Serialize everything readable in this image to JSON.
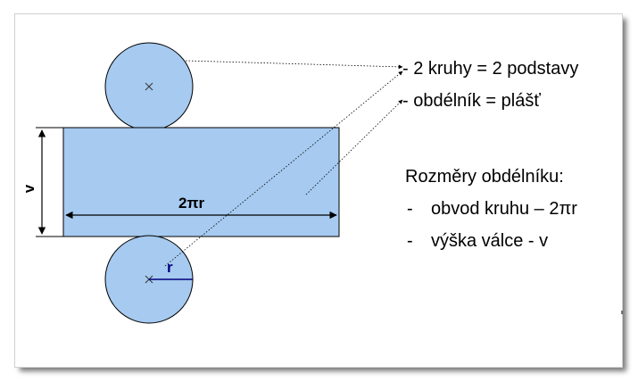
{
  "colors": {
    "shape_fill": "#a6caf0",
    "shape_stroke": "#000000",
    "dim_color": "#000080",
    "text": "#000000"
  },
  "diagram": {
    "height_label": "v",
    "circumference_label": "2πr",
    "radius_label": "r"
  },
  "legend": {
    "item1": "- 2 kruhy = 2 podstavy",
    "item2": "- obdélník = plášť"
  },
  "dimensions": {
    "heading": "Rozměry obdélníku:",
    "bullets": [
      {
        "marker": "-",
        "text": "obvod kruhu – 2πr"
      },
      {
        "marker": "-",
        "text": "výška válce - v"
      }
    ]
  }
}
